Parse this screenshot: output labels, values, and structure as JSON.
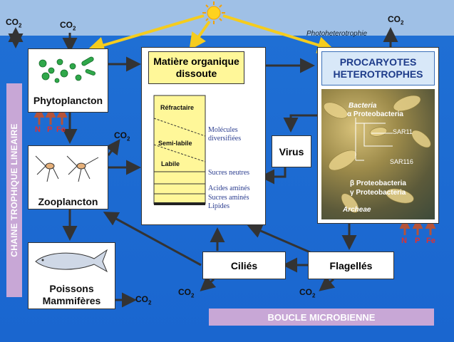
{
  "sun_icon": "sun-icon",
  "photoheterotrophie": "Photoheterotrophie",
  "co2": "CO",
  "co2_sub": "2",
  "phytoplancton": "Phytoplancton",
  "zooplancton": "Zooplancton",
  "poissons_line1": "Poissons",
  "poissons_line2": "Mammifères",
  "nutrients": [
    "N",
    "P",
    "Fe"
  ],
  "mos": {
    "title_line1": "Matière organique",
    "title_line2": "dissoute",
    "refractaire": "Réfractaire",
    "semi_labile": "Semi-labile",
    "labile": "Labile",
    "molecules_line1": "Molécules",
    "molecules_line2": "diversifiées",
    "sucres_neutres": "Sucres neutres",
    "acides_amines": "Acides aminés",
    "sucres_amines": "Sucres aminés",
    "lipides": "Lipides"
  },
  "virus": "Virus",
  "procaryotes": {
    "title_line1": "PROCARYOTES",
    "title_line2": "HETEROTROPHES",
    "bacteria": "Bacteria",
    "alpha": "α Proteobacteria",
    "sar11": "SAR11",
    "sar116": "SAR116",
    "beta": "β Proteobacteria",
    "gamma": "γ Proteobacteria",
    "archeae": "Archeae"
  },
  "cilies": "Ciliés",
  "flagelles": "Flagellés",
  "chaine": "CHAINE TROPHIQUE LINEAIRE",
  "boucle": "BOUCLE MICROBIENNE",
  "colors": {
    "sun_arrow": "#f5cc1e",
    "nutrient_arrow": "#b5533a",
    "purple_band": "#c8a7d6"
  }
}
